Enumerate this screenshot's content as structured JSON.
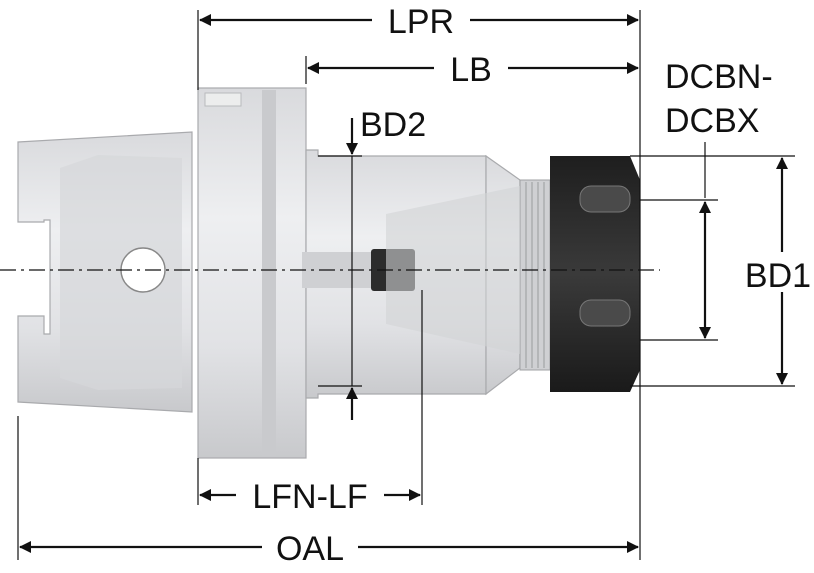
{
  "labels": {
    "lpr": "LPR",
    "lb": "LB",
    "dcbn_dcbx_line1": "DCBN-",
    "dcbn_dcbx_line2": "DCBX",
    "bd2": "BD2",
    "bd1": "BD1",
    "lfn_lf": "LFN-LF",
    "oal": "OAL"
  },
  "colors": {
    "body_light": "#e6e7e9",
    "body_mid": "#d2d3d6",
    "body_shadow": "#c4c5c8",
    "nut_dark": "#2a2a2a",
    "line": "#111111",
    "background": "#ffffff"
  }
}
